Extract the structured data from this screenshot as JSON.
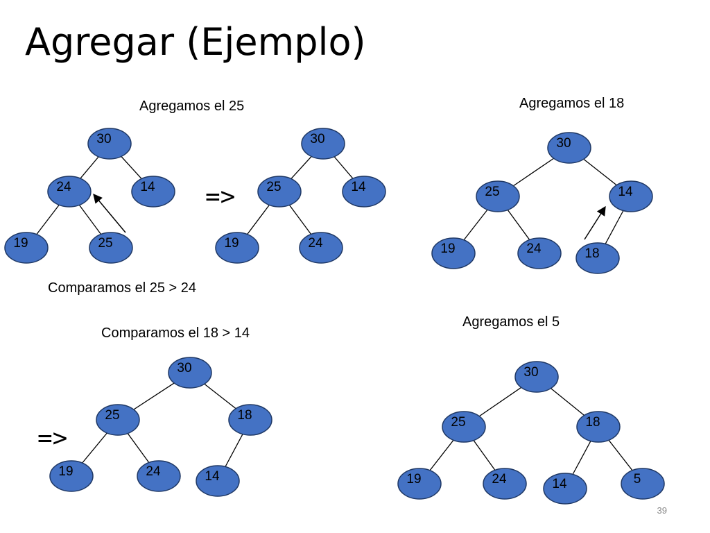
{
  "title": "Agregar (Ejemplo)",
  "page_number": "39",
  "captions": {
    "add_25": "Agregamos el 25",
    "add_18": "Agregamos el 18",
    "compare_25_24": "Comparamos el 25 > 24",
    "compare_18_14": "Comparamos el 18 > 14",
    "add_5": "Agregamos el 5"
  },
  "arrows": {
    "implies_1": "=>",
    "implies_2": "=>"
  },
  "colors": {
    "node_fill": "#4472c4",
    "node_stroke": "#1f3864"
  },
  "trees": [
    {
      "name": "tree-add-25-before",
      "nodes": [
        "30",
        "24",
        "14",
        "19",
        "25"
      ]
    },
    {
      "name": "tree-add-25-after",
      "nodes": [
        "30",
        "25",
        "14",
        "19",
        "24"
      ]
    },
    {
      "name": "tree-add-18-before",
      "nodes": [
        "30",
        "25",
        "14",
        "19",
        "24",
        "18"
      ]
    },
    {
      "name": "tree-add-18-after",
      "nodes": [
        "30",
        "25",
        "18",
        "19",
        "24",
        "14"
      ]
    },
    {
      "name": "tree-add-5",
      "nodes": [
        "30",
        "25",
        "18",
        "19",
        "24",
        "14",
        "5"
      ]
    }
  ]
}
